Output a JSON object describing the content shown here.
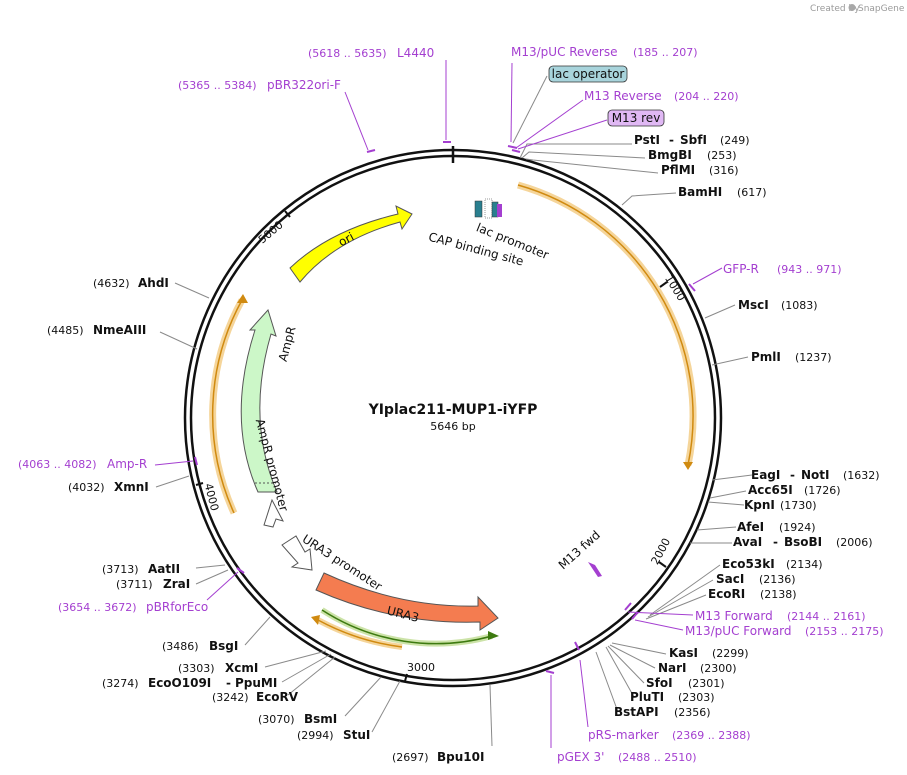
{
  "credit": "Created by",
  "brand": "SnapGene",
  "plasmid": {
    "name": "YIplac211-MUP1-iYFP",
    "length": "5646 bp"
  },
  "ticks": [
    "1000",
    "2000",
    "3000",
    "4000",
    "5000"
  ],
  "features": {
    "ori": "ori",
    "ampr": "AmpR",
    "ampr_promoter": "AmpR promoter",
    "ura3": "URA3",
    "ura3_promoter": "URA3 promoter",
    "lac_promoter": "lac promoter",
    "cap_site": "CAP binding site",
    "m13_fwd": "M13 fwd",
    "lac_operator": "lac operator",
    "m13_rev_tag": "M13 rev"
  },
  "enzymes": [
    {
      "name": "PstI",
      "name2": "SbfI",
      "pos": "(249)"
    },
    {
      "name": "BmgBI",
      "pos": "(253)"
    },
    {
      "name": "PflMI",
      "pos": "(316)"
    },
    {
      "name": "BamHI",
      "pos": "(617)"
    },
    {
      "name": "MscI",
      "pos": "(1083)"
    },
    {
      "name": "PmlI",
      "pos": "(1237)"
    },
    {
      "name": "EagI",
      "name2": "NotI",
      "pos": "(1632)"
    },
    {
      "name": "Acc65I",
      "pos": "(1726)"
    },
    {
      "name": "KpnI",
      "pos": "(1730)"
    },
    {
      "name": "AfeI",
      "pos": "(1924)"
    },
    {
      "name": "AvaI",
      "name2": "BsoBI",
      "pos": "(2006)"
    },
    {
      "name": "Eco53kI",
      "pos": "(2134)"
    },
    {
      "name": "SacI",
      "pos": "(2136)"
    },
    {
      "name": "EcoRI",
      "pos": "(2138)"
    },
    {
      "name": "KasI",
      "pos": "(2299)"
    },
    {
      "name": "NarI",
      "pos": "(2300)"
    },
    {
      "name": "SfoI",
      "pos": "(2301)"
    },
    {
      "name": "PluTI",
      "pos": "(2303)"
    },
    {
      "name": "BstAPI",
      "pos": "(2356)"
    },
    {
      "name": "Bpu10I",
      "pos": "(2697)"
    },
    {
      "name": "StuI",
      "pos": "(2994)"
    },
    {
      "name": "BsmI",
      "pos": "(3070)"
    },
    {
      "name": "EcoRV",
      "pos": "(3242)"
    },
    {
      "name": "EcoO109I",
      "name2": "PpuMI",
      "pos": "(3274)"
    },
    {
      "name": "XcmI",
      "pos": "(3303)"
    },
    {
      "name": "BsgI",
      "pos": "(3486)"
    },
    {
      "name": "ZraI",
      "pos": "(3711)"
    },
    {
      "name": "AatII",
      "pos": "(3713)"
    },
    {
      "name": "XmnI",
      "pos": "(4032)"
    },
    {
      "name": "NmeAIII",
      "pos": "(4485)"
    },
    {
      "name": "AhdI",
      "pos": "(4632)"
    }
  ],
  "primers": [
    {
      "name": "M13/pUC Reverse",
      "pos": "(185 .. 207)"
    },
    {
      "name": "M13 Reverse",
      "pos": "(204 .. 220)"
    },
    {
      "name": "GFP-R",
      "pos": "(943 .. 971)"
    },
    {
      "name": "M13 Forward",
      "pos": "(2144 .. 2161)"
    },
    {
      "name": "M13/pUC Forward",
      "pos": "(2153 .. 2175)"
    },
    {
      "name": "pRS-marker",
      "pos": "(2369 .. 2388)"
    },
    {
      "name": "pGEX 3'",
      "pos": "(2488 .. 2510)"
    },
    {
      "name": "pBRforEco",
      "pos": "(3654 .. 3672)"
    },
    {
      "name": "Amp-R",
      "pos": "(4063 .. 4082)"
    },
    {
      "name": "pBR322ori-F",
      "pos": "(5365 .. 5384)"
    },
    {
      "name": "L4440",
      "pos": "(5618 .. 5635)"
    }
  ],
  "colors": {
    "backbone": "#111111",
    "ori": "#ffff00",
    "ampr": "#ccf7c8",
    "ura3": "#f47c50",
    "orf_glow": "#f5d59a",
    "orf_arrow": "#d08a10",
    "ura3_orf": "#6aa02a",
    "primer": "#a43fd0",
    "lac_operator": "#a8d4dc",
    "m13_rev_tag": "#e0b8f4",
    "lac_promoter": "#2a7f8f"
  }
}
